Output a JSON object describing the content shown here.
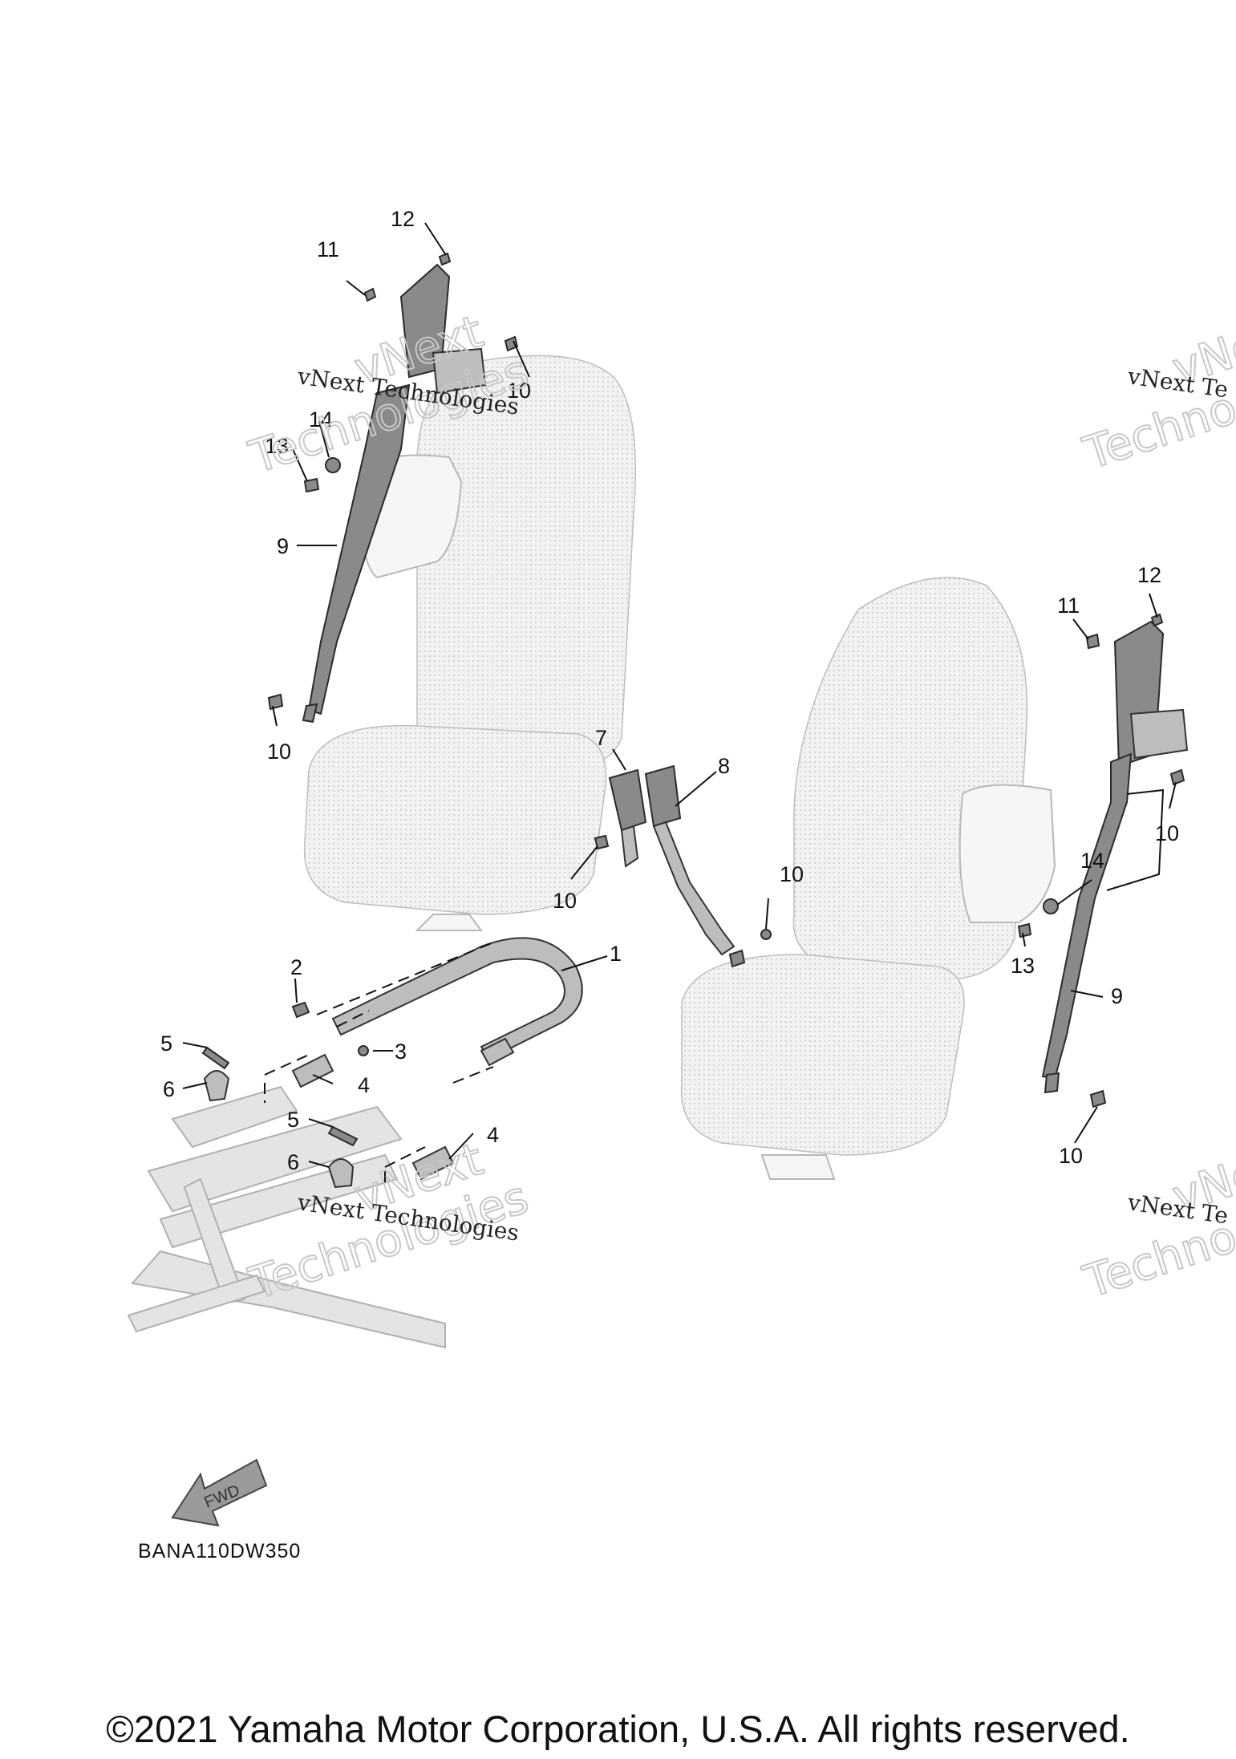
{
  "callouts": {
    "c1": "1",
    "c2": "2",
    "c3": "3",
    "c4a": "4",
    "c4b": "4",
    "c5a": "5",
    "c5b": "5",
    "c6a": "6",
    "c6b": "6",
    "c7": "7",
    "c8": "8",
    "c9a": "9",
    "c9b": "9",
    "c10a": "10",
    "c10b": "10",
    "c10c": "10",
    "c10d": "10",
    "c10e": "10",
    "c10f": "10",
    "c11a": "11",
    "c11b": "11",
    "c12a": "12",
    "c12b": "12",
    "c13a": "13",
    "c13b": "13",
    "c14a": "14",
    "c14b": "14"
  },
  "watermark": {
    "line1": "vNext Technologies",
    "line1_partial": "vNext Te",
    "big": "Technologies",
    "big_partial": "Techno",
    "vnext": "vNext"
  },
  "fwd_label": "FWD",
  "diagram_code": "BANA110DW350",
  "copyright": "©2021 Yamaha Motor Corporation, U.S.A. All rights reserved."
}
